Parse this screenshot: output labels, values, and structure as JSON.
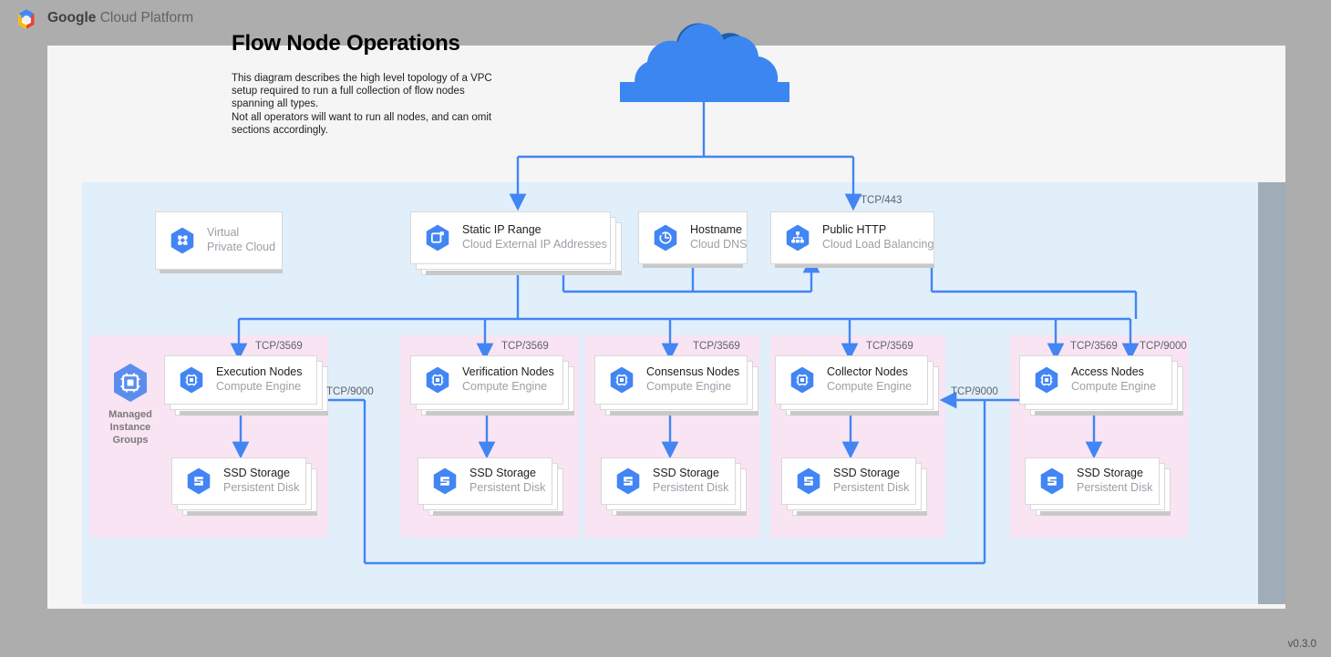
{
  "header": {
    "brand_bold": "Google",
    "brand_rest": " Cloud Platform",
    "logo_icon": "gcp-hexagon-logo"
  },
  "diagram": {
    "title": "Flow Node Operations",
    "description": "This diagram describes the high level topology of a VPC setup required to run a full collection of flow nodes spanning all types.\nNot all operators will want to run all nodes, and can omit sections accordingly.",
    "version": "v0.3.0",
    "cloud_icon": "internet-cloud-icon",
    "colors": {
      "vpc_background": "#e1effb",
      "group_background": "#f8e4f3",
      "connector": "#4285f4",
      "page_background": "#f5f5f5",
      "canvas_background": "#adadad",
      "icon_blue": "#4285f4",
      "title_text": "#202124",
      "subtitle_text": "#9aa0a6"
    }
  },
  "top_row": [
    {
      "id": "virtual-private-cloud",
      "title": "Virtual",
      "subtitle": "Private Cloud",
      "icon": "virtual-private-cloud-icon",
      "muted": true,
      "stacked": false
    },
    {
      "id": "static-ip-range",
      "title": "Static IP Range",
      "subtitle": "Cloud External IP Addresses",
      "icon": "cloud-external-ip-icon",
      "muted": false,
      "stacked": true
    },
    {
      "id": "hostname",
      "title": "Hostname",
      "subtitle": "Cloud DNS",
      "icon": "cloud-dns-icon",
      "muted": false,
      "stacked": false
    },
    {
      "id": "public-http",
      "title": "Public HTTP",
      "subtitle": "Cloud Load Balancing",
      "icon": "cloud-load-balancing-icon",
      "muted": false,
      "stacked": false
    }
  ],
  "groups": [
    {
      "id": "execution",
      "label": "Managed Instance Groups",
      "has_label": true,
      "node": {
        "title": "Execution Nodes",
        "subtitle": "Compute Engine",
        "icon": "compute-engine-icon"
      },
      "storage": {
        "title": "SSD Storage",
        "subtitle": "Persistent Disk",
        "icon": "persistent-disk-icon"
      },
      "ingress_port": "TCP/3569"
    },
    {
      "id": "verification",
      "label": "",
      "has_label": false,
      "node": {
        "title": "Verification Nodes",
        "subtitle": "Compute Engine",
        "icon": "compute-engine-icon"
      },
      "storage": {
        "title": "SSD Storage",
        "subtitle": "Persistent Disk",
        "icon": "persistent-disk-icon"
      },
      "ingress_port": "TCP/3569"
    },
    {
      "id": "consensus",
      "label": "",
      "has_label": false,
      "node": {
        "title": "Consensus Nodes",
        "subtitle": "Compute Engine",
        "icon": "compute-engine-icon"
      },
      "storage": {
        "title": "SSD Storage",
        "subtitle": "Persistent Disk",
        "icon": "persistent-disk-icon"
      },
      "ingress_port": "TCP/3569"
    },
    {
      "id": "collector",
      "label": "",
      "has_label": false,
      "node": {
        "title": "Collector Nodes",
        "subtitle": "Compute Engine",
        "icon": "compute-engine-icon"
      },
      "storage": {
        "title": "SSD Storage",
        "subtitle": "Persistent Disk",
        "icon": "persistent-disk-icon"
      },
      "ingress_port": "TCP/3569"
    },
    {
      "id": "access",
      "label": "",
      "has_label": false,
      "node": {
        "title": "Access Nodes",
        "subtitle": "Compute Engine",
        "icon": "compute-engine-icon"
      },
      "storage": {
        "title": "SSD Storage",
        "subtitle": "Persistent Disk",
        "icon": "persistent-disk-icon"
      },
      "ingress_port": "TCP/3569"
    }
  ],
  "port_labels": {
    "lb_https": "TCP/443",
    "access_extra": "TCP/9000",
    "collector_ingress": "TCP/9000",
    "execution_ingress": "TCP/9000"
  }
}
